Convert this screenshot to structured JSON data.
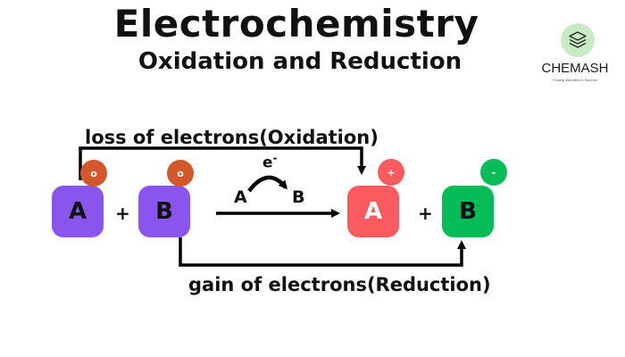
{
  "title": "Electrochemistry",
  "subtitle": "Oxidation and Reduction",
  "logo": {
    "name": "CHEMASH",
    "tagline": "Finding Wonders in Science",
    "icon": "layers-icon"
  },
  "reactants": [
    {
      "symbol": "A",
      "charge": "o",
      "color": "#8a55ec",
      "badge_color": "#d0582b",
      "text_color": "#111111"
    },
    {
      "symbol": "B",
      "charge": "o",
      "color": "#8a55ec",
      "badge_color": "#d0582b",
      "text_color": "#111111"
    }
  ],
  "products": [
    {
      "symbol": "A",
      "charge": "+",
      "color": "#fb5a5e",
      "badge_color": "#fb5a5e",
      "text_color": "#ffffff"
    },
    {
      "symbol": "B",
      "charge": "-",
      "color": "#06bc58",
      "badge_color": "#06bc58",
      "text_color": "#111111"
    }
  ],
  "plus_sign": "+",
  "transfer": {
    "electron": "e",
    "electron_sup": "-",
    "from": "A",
    "to": "B"
  },
  "oxidation_label": "loss of electrons(Oxidation)",
  "reduction_label": "gain of electrons(Reduction)"
}
